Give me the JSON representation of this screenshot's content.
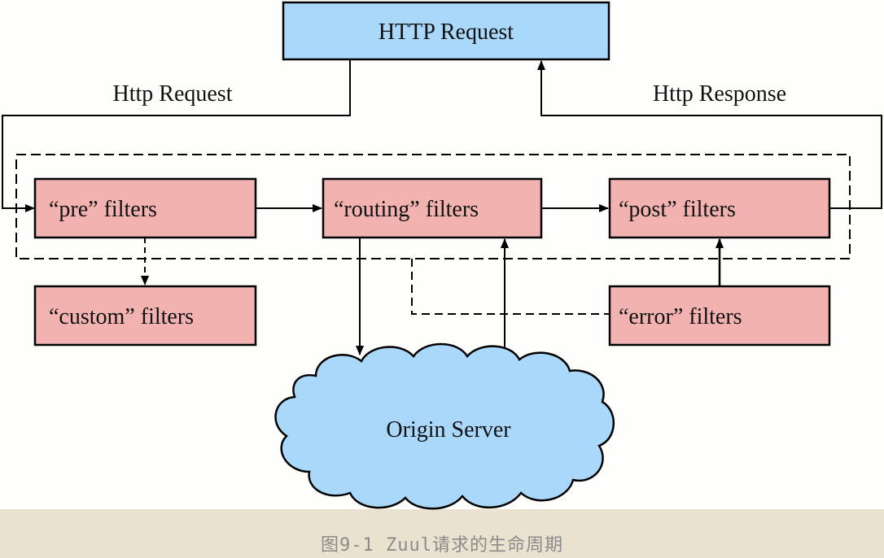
{
  "diagram": {
    "nodes": {
      "http_request": "HTTP Request",
      "pre": "“pre” filters",
      "routing": "“routing” filters",
      "post": "“post” filters",
      "custom": "“custom” filters",
      "error": "“error” filters",
      "origin": "Origin Server"
    },
    "edge_labels": {
      "request": "Http Request",
      "response": "Http Response"
    },
    "colors": {
      "http_box": "#a9d8fb",
      "filter_box": "#f2b3b0",
      "cloud": "#a9d8fb",
      "caption_band": "#e8e2cf"
    }
  },
  "caption": "图9-1  Zuul请求的生命周期"
}
